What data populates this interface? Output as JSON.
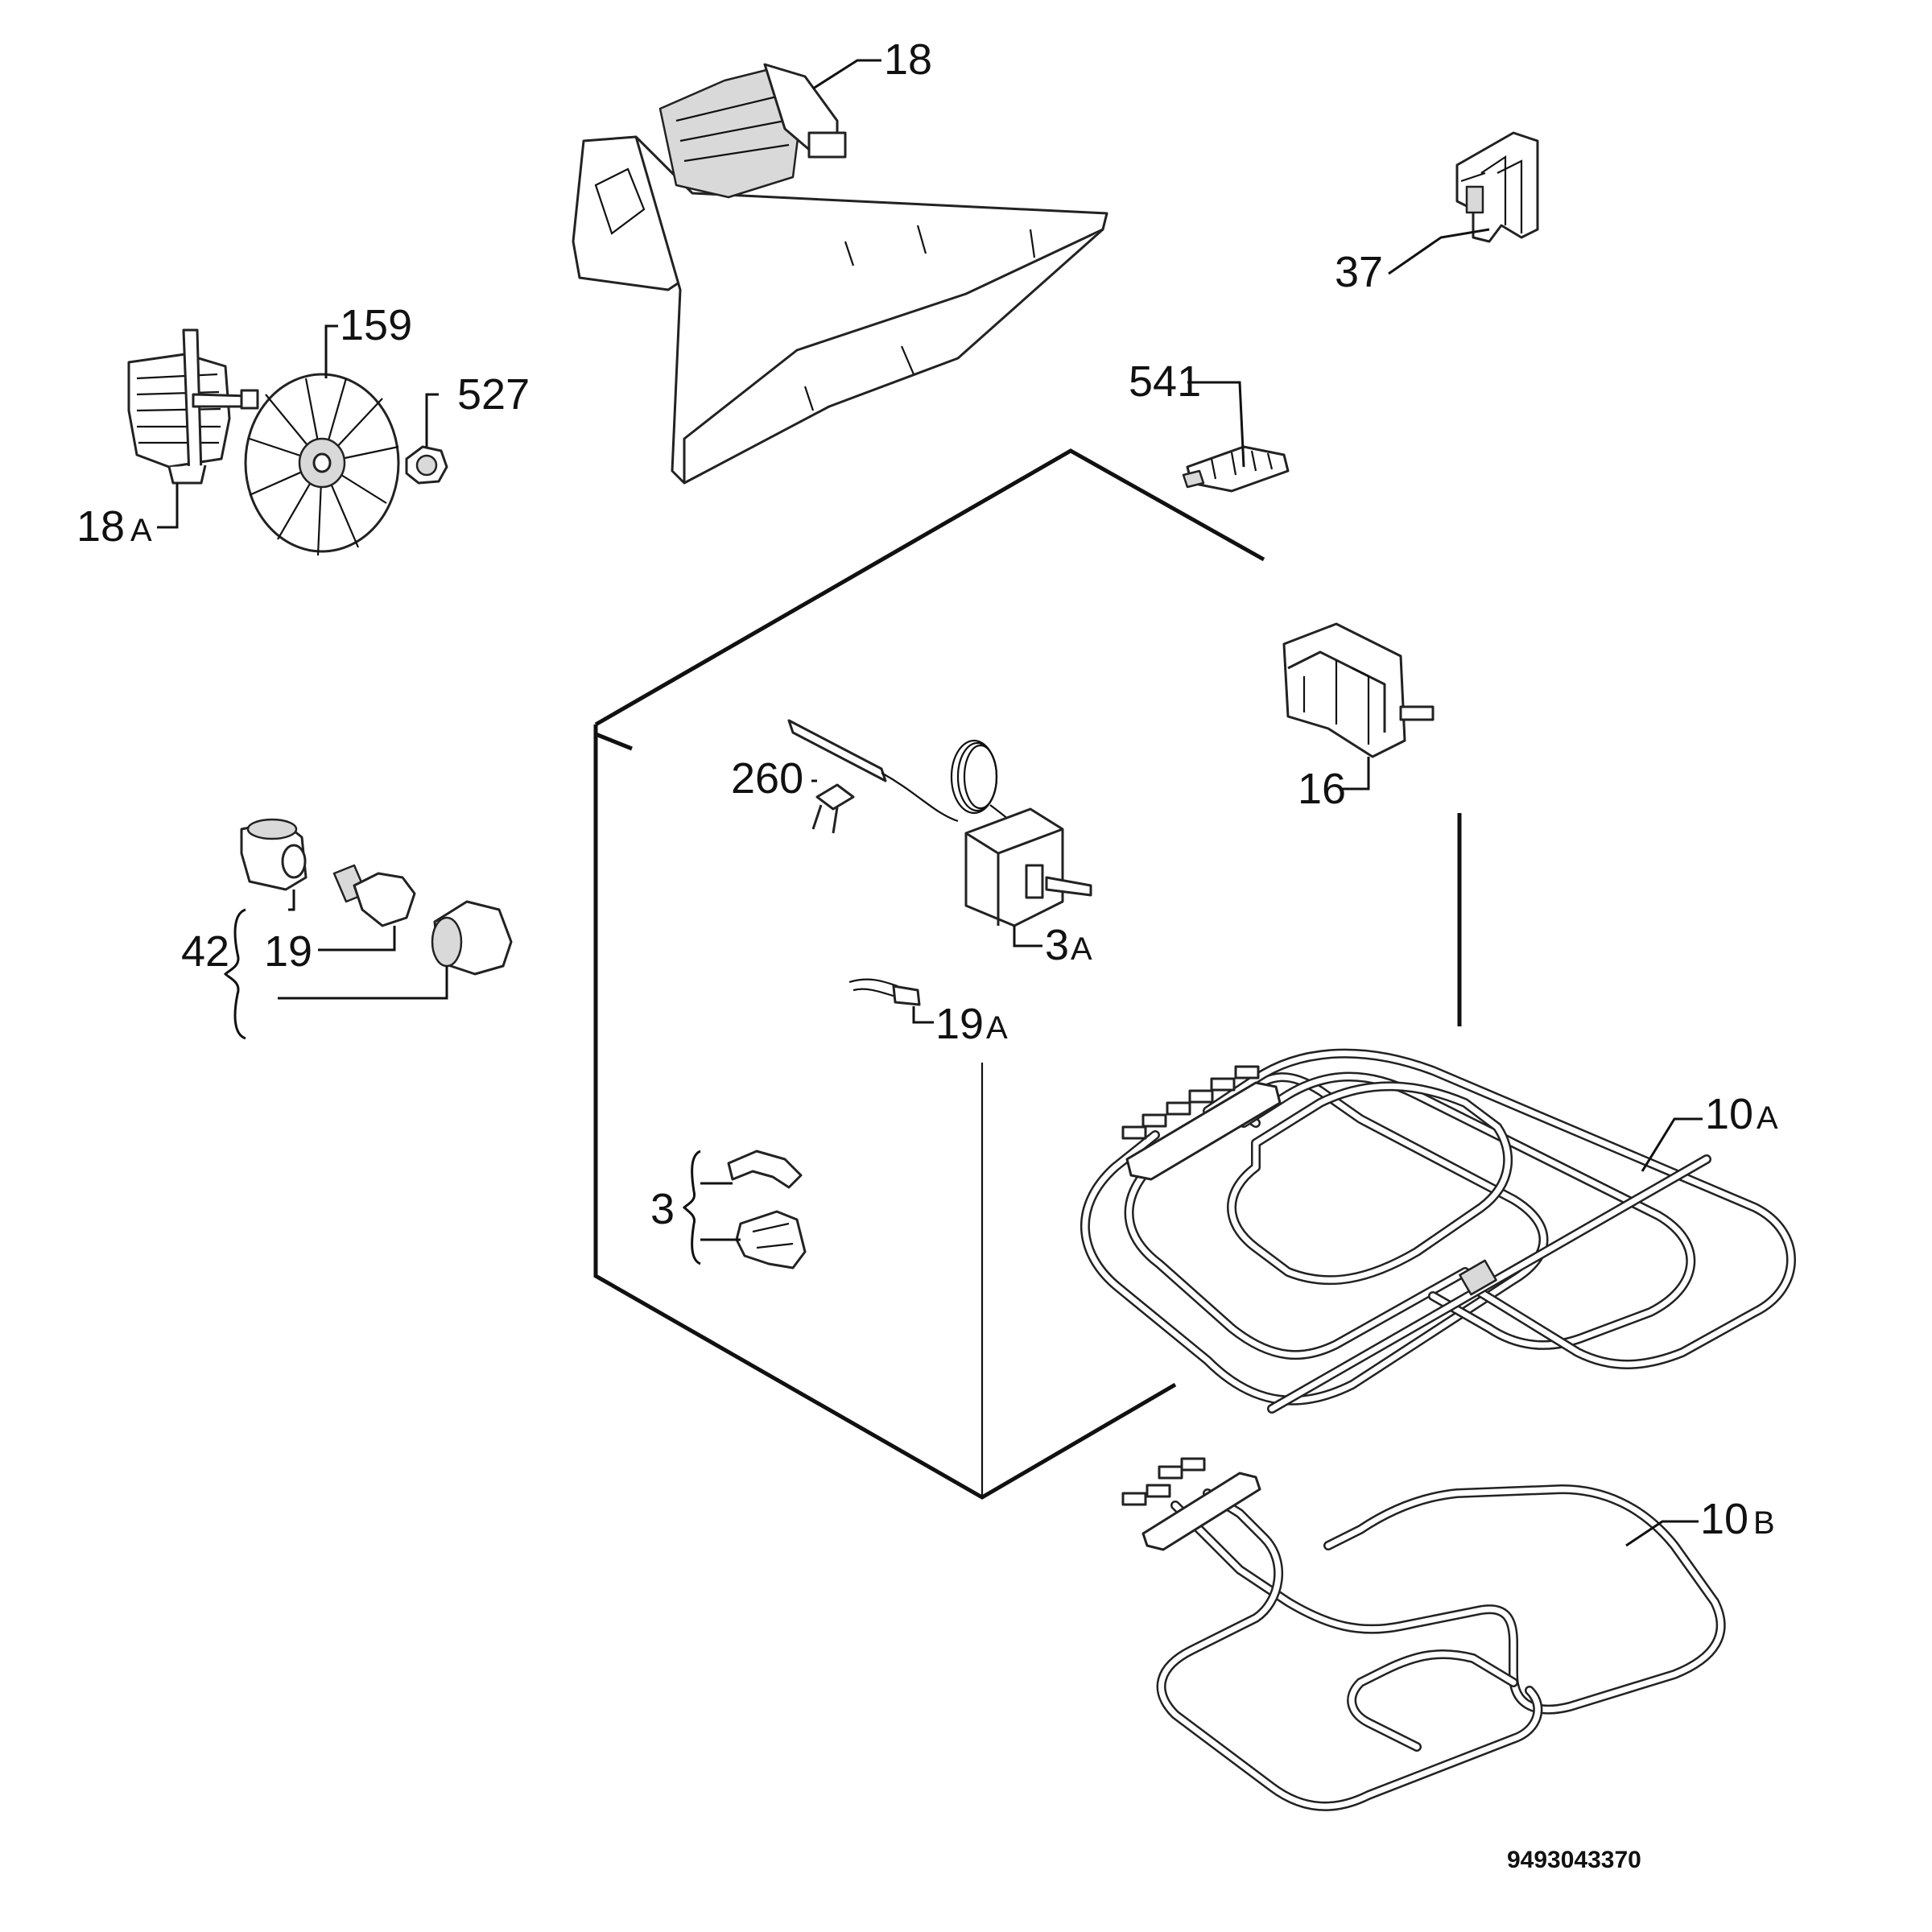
{
  "labels": {
    "p18": "18",
    "p37": "37",
    "p159": "159",
    "p527": "527",
    "p18a": "18",
    "p18a_suffix": "A",
    "p541": "541",
    "p16": "16",
    "p260": "260",
    "p3a": "3",
    "p3a_suffix": "A",
    "p42": "42",
    "p19": "19",
    "p19a": "19",
    "p19a_suffix": "A",
    "p10a": "10",
    "p10a_suffix": "A",
    "p3": "3",
    "p10b": "10",
    "p10b_suffix": "B"
  },
  "drawing_code": "9493043370"
}
